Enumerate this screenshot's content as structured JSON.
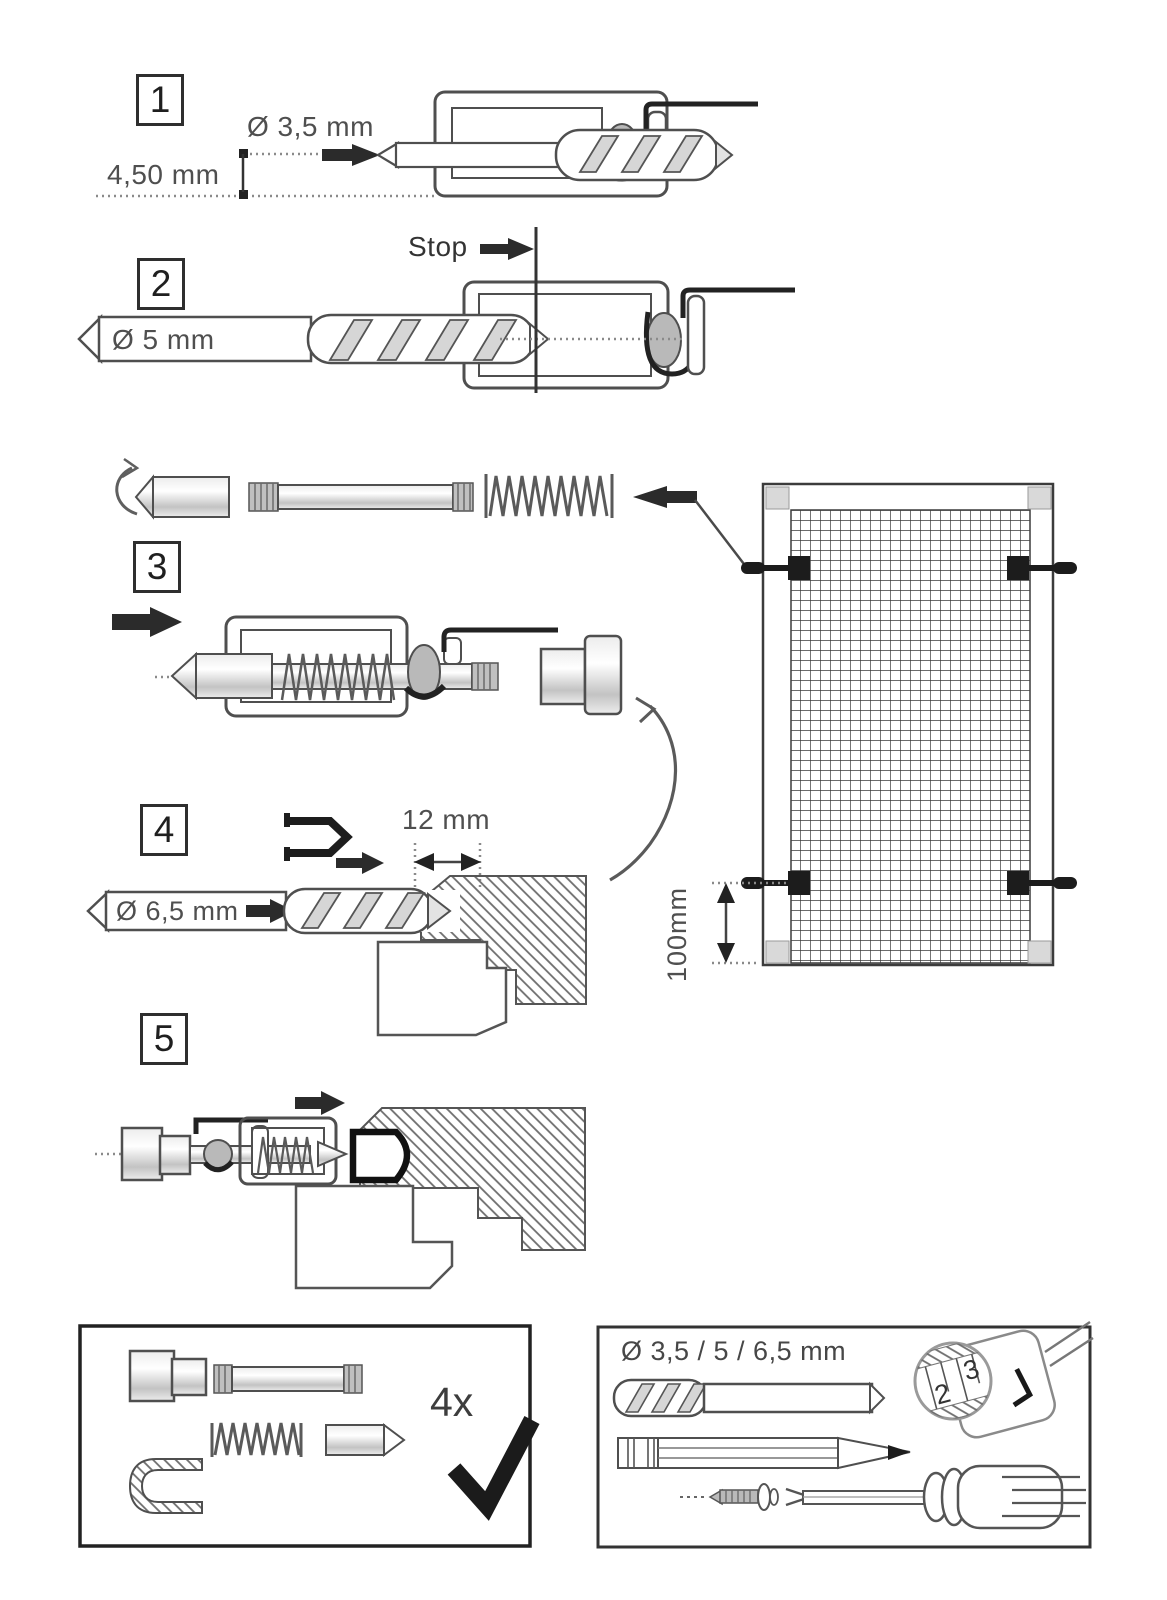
{
  "illustration": {
    "steps": {
      "s1": {
        "number": "1",
        "diameter_label": "Ø 3,5 mm",
        "depth_label": "4,50 mm"
      },
      "s2": {
        "number": "2",
        "stop_label": "Stop",
        "diameter_label": "Ø 5 mm"
      },
      "s3": {
        "number": "3"
      },
      "s4": {
        "number": "4",
        "width_label": "12 mm",
        "diameter_label": "Ø 6,5 mm"
      },
      "s5": {
        "number": "5"
      }
    },
    "frame": {
      "dimension_label": "100mm"
    },
    "kit_box": {
      "quantity_label": "4x"
    },
    "tools_box": {
      "drill_sizes_label": "Ø 3,5 / 5 / 6,5 mm",
      "tape_number_2": "2",
      "tape_number_3": "3"
    }
  },
  "colors": {
    "line": "#4f4f4f",
    "black": "#222222",
    "roller_gray": "#b9b9b9",
    "corner_gray": "#d9d9d9"
  }
}
